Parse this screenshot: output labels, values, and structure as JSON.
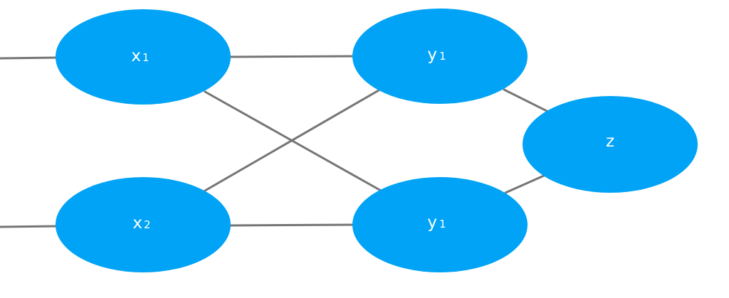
{
  "diagram": {
    "node_color": "#00A3F5",
    "edge_color": "#757575",
    "label_color": "#FFFFFF",
    "nodes": [
      {
        "id": "x1",
        "label": "x",
        "sub": "1"
      },
      {
        "id": "x2",
        "label": "x",
        "sub": "2"
      },
      {
        "id": "y1_top",
        "label": "y",
        "sub": "1"
      },
      {
        "id": "y1_bottom",
        "label": "y",
        "sub": "1"
      },
      {
        "id": "z",
        "label": "z",
        "sub": ""
      }
    ],
    "edges": [
      {
        "from": "input-1",
        "to": "x1"
      },
      {
        "from": "input-2",
        "to": "x2"
      },
      {
        "from": "x1",
        "to": "y1_top"
      },
      {
        "from": "x1",
        "to": "y1_bottom"
      },
      {
        "from": "x2",
        "to": "y1_top"
      },
      {
        "from": "x2",
        "to": "y1_bottom"
      },
      {
        "from": "y1_top",
        "to": "z"
      },
      {
        "from": "y1_bottom",
        "to": "z"
      }
    ]
  }
}
